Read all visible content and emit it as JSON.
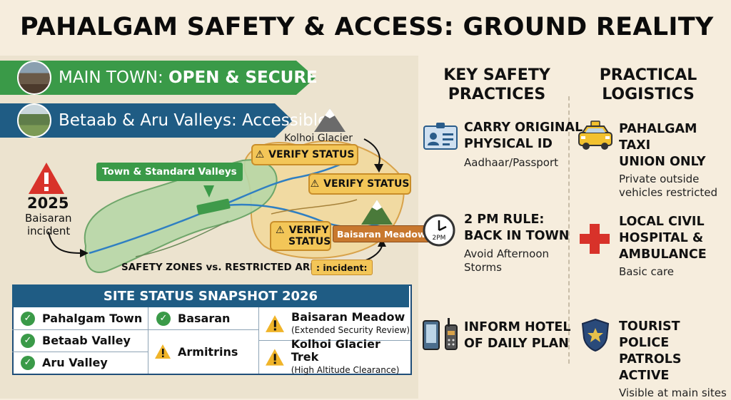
{
  "title": "PAHALGAM SAFETY & ACCESS: GROUND REALITY",
  "banners": [
    {
      "label_plain": "MAIN TOWN: ",
      "label_bold": "OPEN & SECURE",
      "color": "#3a9a48"
    },
    {
      "label_plain": "Betaab & Aru Valleys: Accessible",
      "label_bold": "",
      "color": "#1f5c84"
    }
  ],
  "map": {
    "alert_year": "2025",
    "alert_line1": "Baisaran",
    "alert_line2": "incident",
    "zone_label": "Town & Standard Valleys",
    "glacier_label": "Kolhoi Glacier",
    "verify1": "VERIFY STATUS",
    "verify2": "VERIFY STATUS",
    "verify3_line1": "VERIFY",
    "verify3_line2": "STATUS",
    "meadow_label": "Baisaran Meadow",
    "zones_caption": "SAFETY ZONES vs. RESTRICTED AREAS",
    "incident_tag": ": incident:"
  },
  "snapshot": {
    "header": "SITE STATUS SNAPSHOT 2026",
    "col1": [
      "Pahalgam Town",
      "Betaab Valley",
      "Aru Valley"
    ],
    "col2": [
      "Basaran",
      "Armitrins"
    ],
    "col3": [
      {
        "name": "Baisaran Meadow",
        "note": "(Extended Security Review)"
      },
      {
        "name": "Kolhoi Glacier Trek",
        "note": "(High Altitude Clearance)"
      }
    ]
  },
  "safety": {
    "heading_line1": "KEY SAFETY",
    "heading_line2": "PRACTICES",
    "items": [
      {
        "h1": "CARRY ORIGINAL",
        "h2": "PHYSICAL ID",
        "s1": "Aadhaar/Passport",
        "s2": "",
        "icon": "id-card-icon"
      },
      {
        "h1": "2 PM RULE:",
        "h2": "BACK IN TOWN",
        "s1": "Avoid Afternoon",
        "s2": "Storms",
        "icon": "clock-icon",
        "clock_text": "2PM"
      },
      {
        "h1": "INFORM HOTEL",
        "h2": "OF DAILY PLAN",
        "s1": "",
        "s2": "",
        "icon": "phone-radio-icon"
      }
    ]
  },
  "logistics": {
    "heading_line1": "PRACTICAL",
    "heading_line2": "LOGISTICS",
    "items": [
      {
        "h1": "PAHALGAM TAXI",
        "h2": "UNION ONLY",
        "h3": "",
        "s1": "Private outside",
        "s2": "vehicles restricted",
        "icon": "taxi-icon"
      },
      {
        "h1": "LOCAL CIVIL",
        "h2": "HOSPITAL &",
        "h3": "AMBULANCE",
        "s1": "Basic care",
        "s2": "",
        "icon": "medical-cross-icon"
      },
      {
        "h1": "TOURIST POLICE",
        "h2": "PATROLS ACTIVE",
        "h3": "",
        "s1": "Visible at main sites",
        "s2": "",
        "icon": "police-badge-icon"
      }
    ]
  },
  "colors": {
    "green": "#3a9a48",
    "blue": "#1f5c84",
    "amber": "#f3c658",
    "red": "#d8322a"
  }
}
